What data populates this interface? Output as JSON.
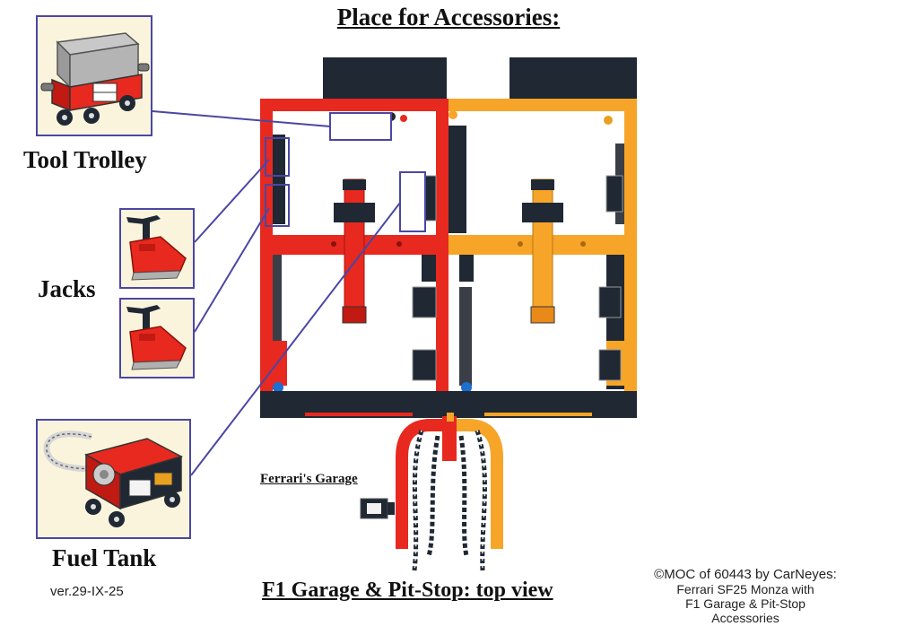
{
  "title": "Place for Accessories:",
  "subtitle": "F1 Garage & Pit-Stop: top view",
  "garage_label": "Ferrari's Garage",
  "accessories": [
    {
      "label": "Tool Trolley",
      "icon": "tool-trolley-icon"
    },
    {
      "label": "Jacks",
      "icon": "jack-icon"
    },
    {
      "label": "Fuel Tank",
      "icon": "fuel-tank-icon"
    }
  ],
  "version": "ver.29-IX-25",
  "credit": {
    "line1": "©MOC of 60443 by CarNeyes:",
    "line2": "Ferrari SF25 Monza with",
    "line3": "F1 Garage & Pit-Stop",
    "line4": "Accessories"
  },
  "colors": {
    "ferrari_red": "#e8291f",
    "orange": "#f7a529",
    "dark": "#1f2833",
    "leader": "#4a47a3",
    "card_bg": "#fbf4dc"
  }
}
